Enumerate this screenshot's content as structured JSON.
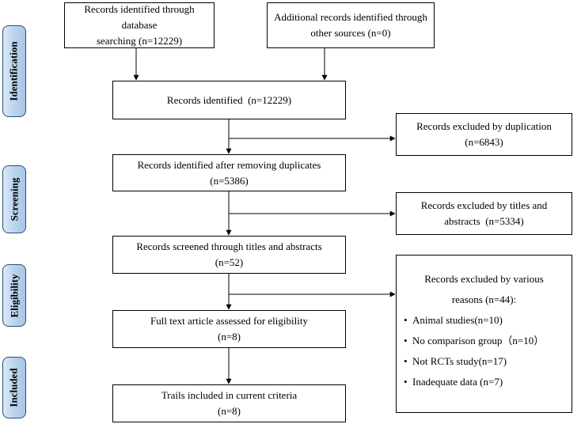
{
  "stages": {
    "identification": "Identification",
    "screening": "Screening",
    "eligibility": "Eligibility",
    "included": "Included"
  },
  "boxes": {
    "db_search": {
      "line1": "Records identified through database",
      "line2": "searching (n=12229)"
    },
    "other_sources": {
      "line1": "Additional records identified through",
      "line2": "other sources (n=0)"
    },
    "identified": {
      "line1": "Records identified  (n=12229)"
    },
    "excluded_duplication": {
      "line1": "Records excluded by duplication",
      "line2": "(n=6843)"
    },
    "after_duplicates": {
      "line1": "Records identified after removing duplicates",
      "line2": "(n=5386)"
    },
    "excluded_titles": {
      "line1": "Records excluded by titles and",
      "line2": "abstracts  (n=5334)"
    },
    "screened": {
      "line1": "Records screened through titles and abstracts",
      "line2": "(n=52)"
    },
    "excluded_various": {
      "title1": "Records excluded by various",
      "title2": "reasons (n=44):",
      "items": [
        "Animal studies(n=10)",
        "No comparison group（n=10）",
        "Not RCTs study(n=17)",
        "Inadequate data (n=7)"
      ]
    },
    "fulltext": {
      "line1": "Full text article assessed for eligibility",
      "line2": "(n=8)"
    },
    "included": {
      "line1": "Trails included in current criteria",
      "line2": "(n=8)"
    }
  }
}
